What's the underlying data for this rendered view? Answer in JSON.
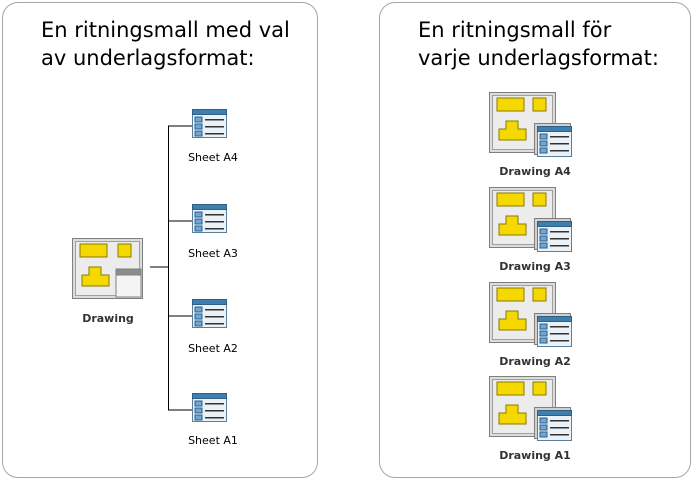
{
  "left_panel": {
    "title_line1": "En ritningsmall med val",
    "title_line2": "av underlagsformat:",
    "drawing_label": "Drawing",
    "sheets": [
      "Sheet A4",
      "Sheet A3",
      "Sheet A2",
      "Sheet A1"
    ]
  },
  "right_panel": {
    "title_line1": "En ritningsmall för",
    "title_line2": "varje underlagsformat:",
    "drawings": [
      "Drawing A4",
      "Drawing A3",
      "Drawing A2",
      "Drawing A1"
    ]
  },
  "colors": {
    "panel_border": "#a6a6a6",
    "icon_yellow": "#f5d800",
    "icon_blue_row": "#6ea6d8",
    "sheet_header": "#3f7fae"
  },
  "icons": {
    "sheet": "sheet-icon",
    "drawing": "drawing-icon",
    "drawing_with_sheet": "drawing-with-sheet-icon"
  }
}
